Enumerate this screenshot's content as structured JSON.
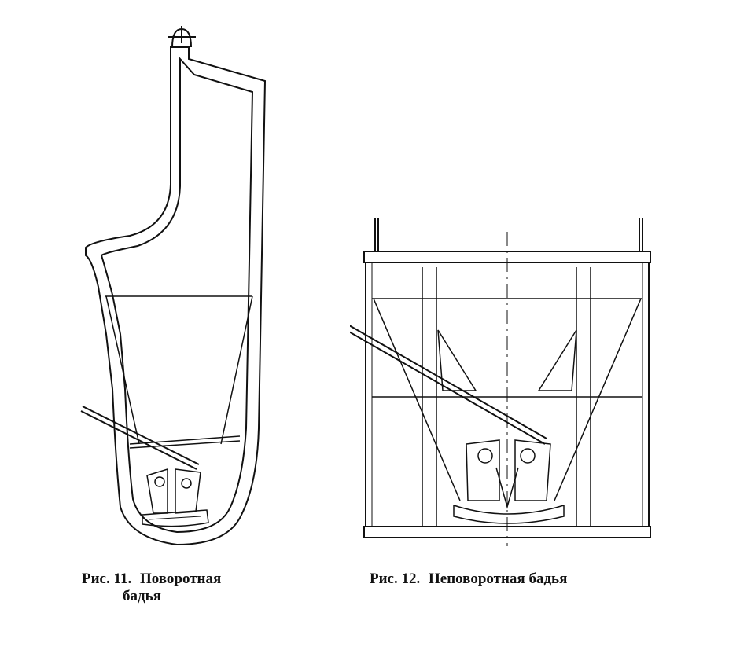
{
  "figures": [
    {
      "id": "fig11",
      "label": "Рис.",
      "number": "11.",
      "title_line1": "Поворотная",
      "title_line2": "бадья"
    },
    {
      "id": "fig12",
      "label": "Рис.",
      "number": "12.",
      "title": "Неповоротная бадья"
    }
  ],
  "colors": {
    "ink": "#111111",
    "background": "#ffffff"
  }
}
